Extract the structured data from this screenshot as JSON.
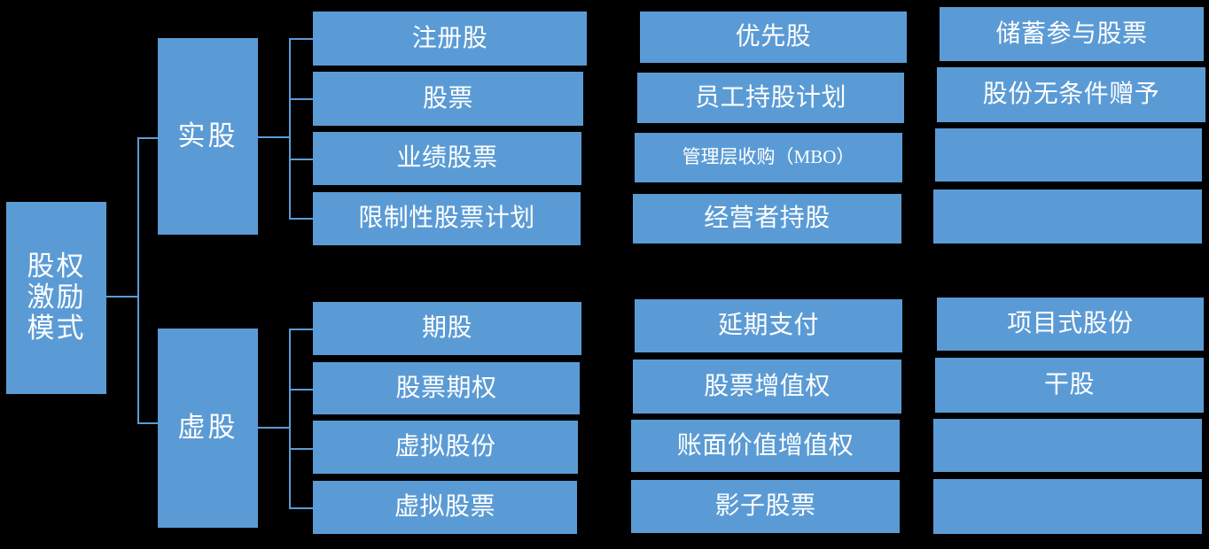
{
  "diagram": {
    "title": "股权激励模式",
    "root": {
      "label_lines": [
        "股",
        "权",
        "激",
        "励",
        "模",
        "式"
      ],
      "label": "股权激励模式",
      "line1": "股权",
      "line2": "激励",
      "line3": "模式"
    },
    "branches": [
      {
        "id": "shigu",
        "label": "实股"
      },
      {
        "id": "xugu",
        "label": "虚股"
      }
    ],
    "colors": {
      "node_fill": "#5b9bd5",
      "node_text": "#ffffff",
      "background": "#000000",
      "connector": "#5b9bd5"
    },
    "groups": [
      {
        "branch": "实股",
        "columns": [
          {
            "id": "shigu-col1",
            "items": [
              "注册股",
              "股票",
              "业绩股票",
              "限制性股票计划"
            ]
          },
          {
            "id": "shigu-col2",
            "items": [
              "优先股",
              "员工持股计划",
              "管理层收购（MBO）",
              "经营者持股"
            ]
          },
          {
            "id": "shigu-col3",
            "items": [
              "储蓄参与股票",
              "股份无条件赠予",
              "",
              ""
            ]
          }
        ]
      },
      {
        "branch": "虚股",
        "columns": [
          {
            "id": "xugu-col1",
            "items": [
              "期股",
              "股票期权",
              "虚拟股份",
              "虚拟股票"
            ]
          },
          {
            "id": "xugu-col2",
            "items": [
              "延期支付",
              "股票增值权",
              "账面价值增值权",
              "影子股票"
            ]
          },
          {
            "id": "xugu-col3",
            "items": [
              "项目式股份",
              "干股",
              "",
              ""
            ]
          }
        ]
      }
    ]
  }
}
